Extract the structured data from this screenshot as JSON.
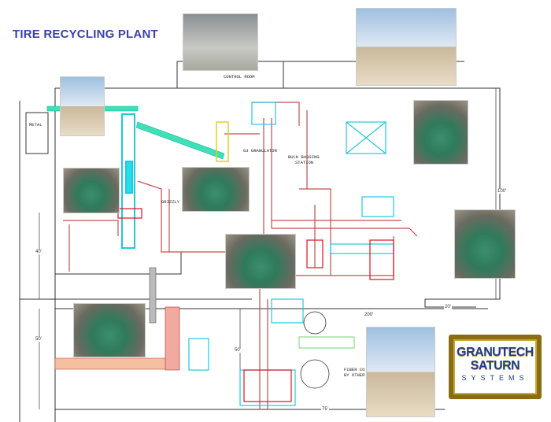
{
  "title": "TIRE RECYCLING PLANT",
  "labels": {
    "control_room": "CONTROL ROOM",
    "metal": "METAL",
    "granulator": "G3 GRANULATOR",
    "bulk_bagging_1": "BULK BAGGING",
    "bulk_bagging_2": "STATION",
    "grizzly": "GRIZZLY",
    "fiber_1": "FIBER CO",
    "fiber_2": "BY OTHER"
  },
  "dimensions": {
    "d100": "100'",
    "d40": "40'",
    "d50_left": "50'",
    "d50_mid": "50'",
    "d200": "200'",
    "d20": "20'",
    "d75": "75'"
  },
  "logo": {
    "line1": "GRANUTECH",
    "line2": "SATURN",
    "line3": "SYSTEMS"
  },
  "colors": {
    "title": "#3a43a8",
    "conveyor": "#3fe0b8",
    "pipe": "#c0504d",
    "frame": "#22c7e0"
  }
}
